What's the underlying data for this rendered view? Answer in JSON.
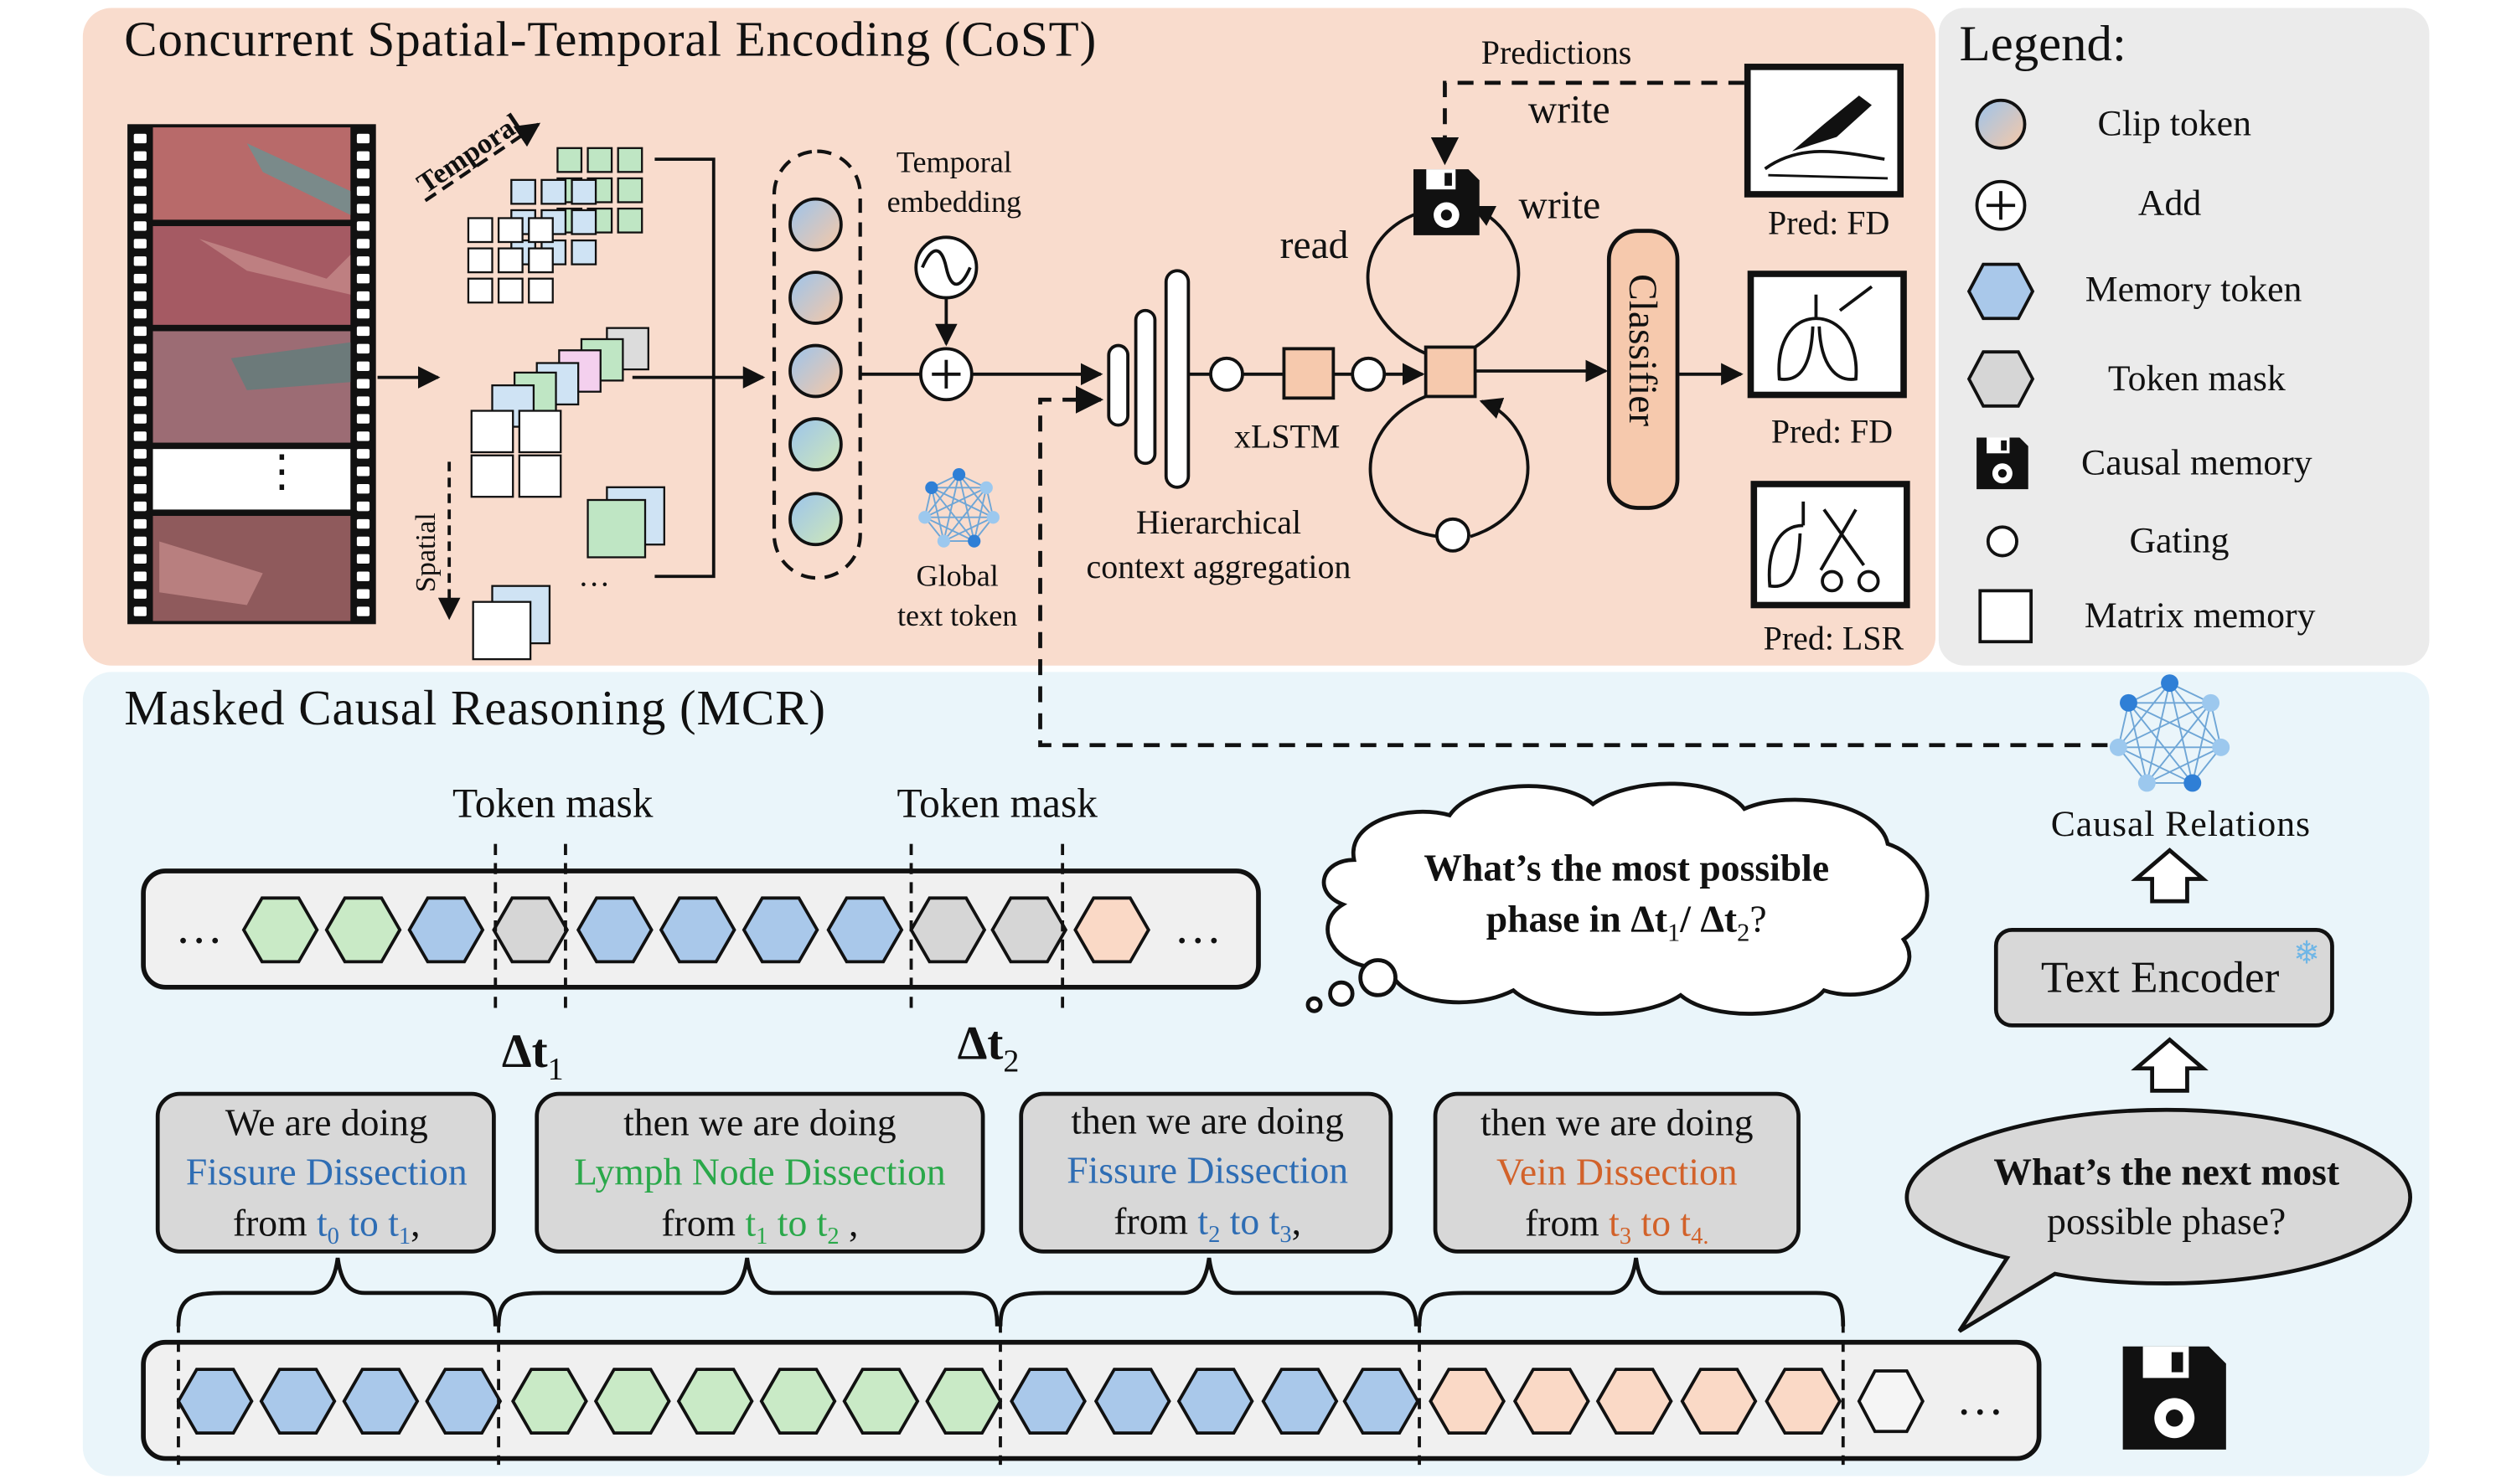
{
  "cost": {
    "title": "Concurrent Spatial-Temporal Encoding (CoST)",
    "temporal_label": "Temporal",
    "spatial_label": "Spatial",
    "temporal_embedding_line1": "Temporal",
    "temporal_embedding_line2": "embedding",
    "global_text_line1": "Global",
    "global_text_line2": "text token",
    "hier_line1": "Hierarchical",
    "hier_line2": "context aggregation",
    "xlstm_label": "xLSTM",
    "predictions_label": "Predictions",
    "write_top": "write",
    "write_right": "write",
    "read_label": "read",
    "classifier_label": "Classifier",
    "pred_labels": [
      "Pred: FD",
      "Pred: FD",
      "Pred: LSR"
    ]
  },
  "legend": {
    "title": "Legend:",
    "items": [
      {
        "icon": "clip-token-icon",
        "label": "Clip token"
      },
      {
        "icon": "add-icon",
        "label": "Add"
      },
      {
        "icon": "memory-token-icon",
        "label": "Memory token"
      },
      {
        "icon": "token-mask-icon",
        "label": "Token mask"
      },
      {
        "icon": "floppy-disk-icon",
        "label": "Causal memory"
      },
      {
        "icon": "gating-icon",
        "label": "Gating"
      },
      {
        "icon": "matrix-memory-icon",
        "label": "Matrix memory"
      }
    ]
  },
  "mcr": {
    "title": "Masked Causal Reasoning (MCR)",
    "token_mask_1": "Token mask",
    "token_mask_2": "Token mask",
    "delta_1": "Δt",
    "delta_1_sub": "1",
    "delta_2": "Δt",
    "delta_2_sub": "2",
    "ellipsis": "…",
    "thought_line1": "What’s the most possible",
    "thought_line2_pre": "phase in ",
    "thought_line2_a": "Δt",
    "thought_line2_a_sub": "1",
    "thought_line2_sep": "/ ",
    "thought_line2_b": "Δt",
    "thought_line2_b_sub": "2",
    "thought_line2_end": "?",
    "causal_relations": "Causal Relations",
    "text_encoder": "Text Encoder",
    "speech_line1": "What’s the next most",
    "speech_line2": "possible phase?",
    "captions": [
      {
        "lead": "We are doing",
        "phase": "Fissure Dissection",
        "from": "from ",
        "t_start": "t",
        "s0": "0",
        "to": " to ",
        "t_end": "t",
        "s1": "1",
        "tail": ","
      },
      {
        "lead": "then we are doing",
        "phase": "Lymph Node Dissection",
        "from": "from ",
        "t_start": "t",
        "s0": "1",
        "to": " to ",
        "t_end": "t",
        "s1": "2",
        "tail": " ,"
      },
      {
        "lead": "then we are doing",
        "phase": "Fissure Dissection",
        "from": "from ",
        "t_start": "t",
        "s0": "2",
        "to": " to ",
        "t_end": "t",
        "s1": "3",
        "tail": ","
      },
      {
        "lead": "then we are doing",
        "phase": "Vein Dissection",
        "from": "from ",
        "t_start": "t",
        "s0": "3",
        "to": " to ",
        "t_end": "t",
        "s1": "4.",
        "tail": ""
      }
    ]
  },
  "colors": {
    "cost_bg": "#f9dccd",
    "legend_bg": "#ebebeb",
    "mcr_bg": "#eaf5fa",
    "blue_token": "#a9c8ea",
    "green_token": "#c9eac6",
    "gray_token": "#d6d6d6",
    "peach_token": "#fad9c6",
    "blue_text": "#2e6db4",
    "green_text": "#2aa84a",
    "orange_text": "#d2622a"
  }
}
